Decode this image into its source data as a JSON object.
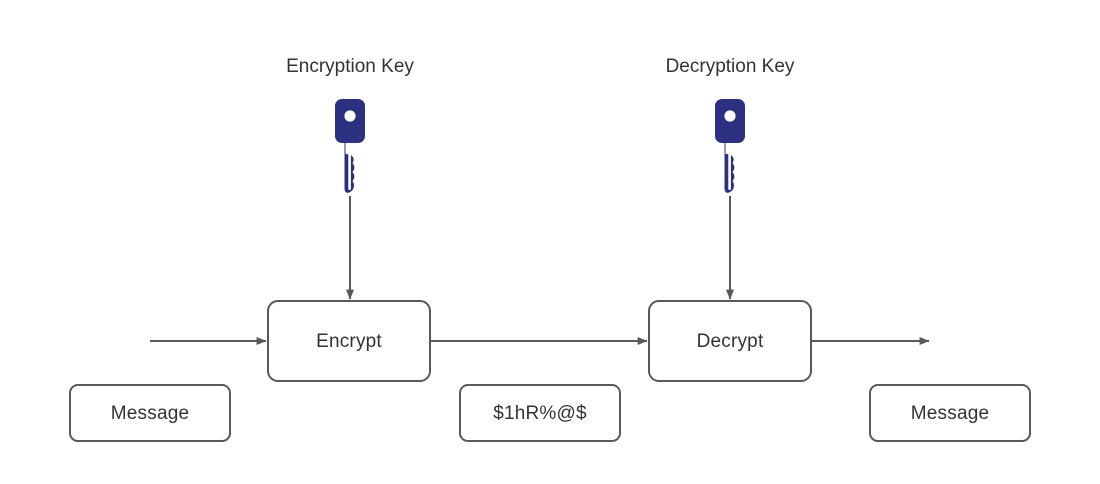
{
  "diagram": {
    "title_text": "",
    "background_color": "#FFFFFF",
    "key_color": "#2B3180",
    "stroke_color": "#595959",
    "text_color": "#333333",
    "labels": {
      "encryption_key": "Encryption Key",
      "decryption_key": "Decryption Key"
    },
    "nodes": {
      "message_in": "Message",
      "encrypt": "Encrypt",
      "ciphertext": "$1hR%@$",
      "decrypt": "Decrypt",
      "message_out": "Message"
    },
    "icons": {
      "encryption_key_icon": "key-icon",
      "decryption_key_icon": "key-icon"
    },
    "edges": [
      {
        "name": "plaintext-into-encrypt",
        "from": "message_in",
        "to": "encrypt",
        "label": ""
      },
      {
        "name": "encryption-key-into-encrypt",
        "from": "encryption_key",
        "to": "encrypt",
        "label": ""
      },
      {
        "name": "ciphertext-encrypt-to-decrypt",
        "from": "encrypt",
        "to": "decrypt",
        "label": "$1hR%@$"
      },
      {
        "name": "decryption-key-into-decrypt",
        "from": "decryption_key",
        "to": "decrypt",
        "label": ""
      },
      {
        "name": "plaintext-out-of-decrypt",
        "from": "decrypt",
        "to": "message_out",
        "label": ""
      }
    ]
  }
}
